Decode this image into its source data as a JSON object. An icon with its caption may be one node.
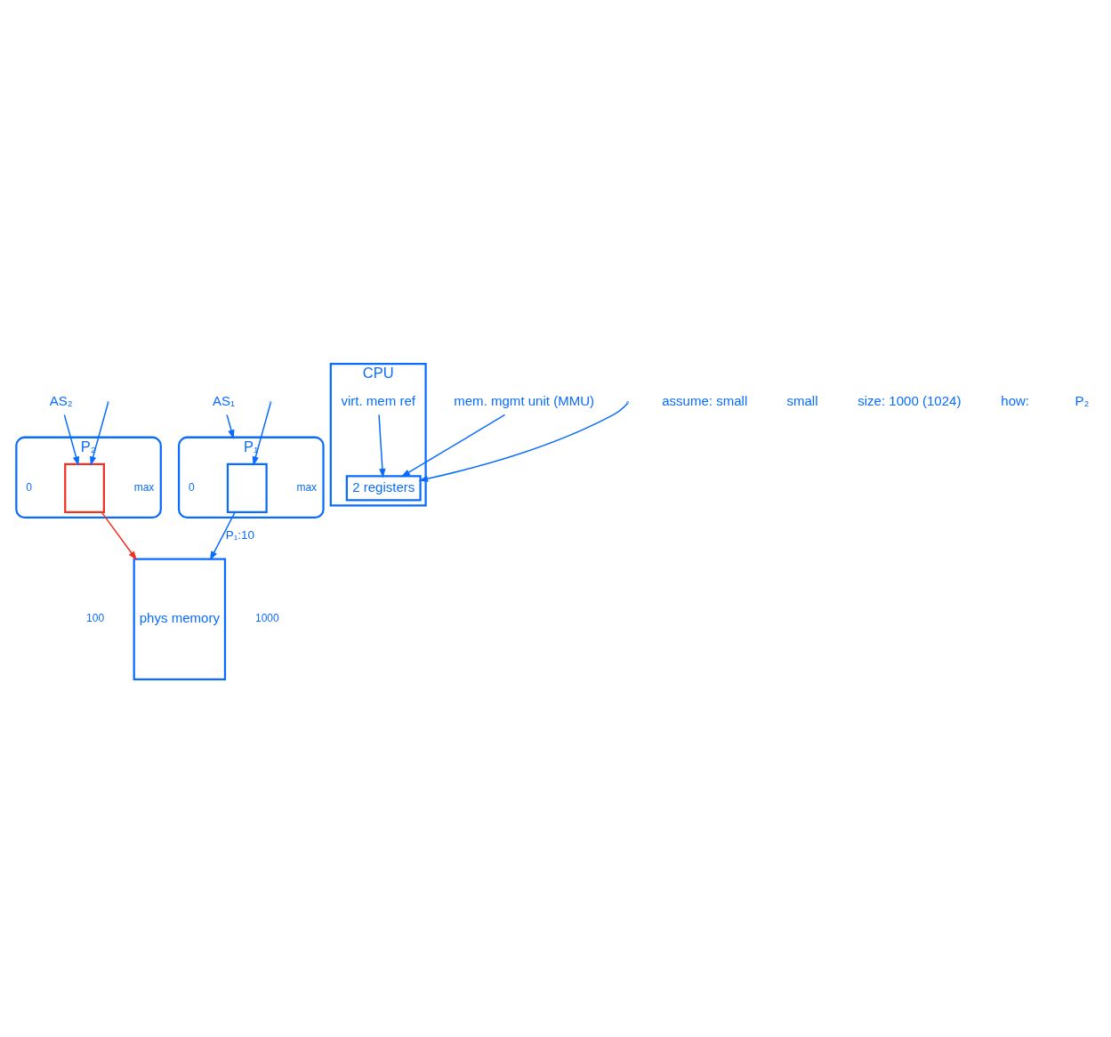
{
  "diagram": {
    "nodes": [
      {
        "text": [
          "P₁"
        ]
      },
      {
        "text": [],
        "shape": "box",
        "in": 0,
        "beside": [
          "0",
          "max"
        ]
      },
      {
        "text": [
          "AS₁"
        ]
      },
      {
        "text": [
          "P₂"
        ]
      },
      {
        "text": [],
        "shape": "box",
        "in": 3,
        "beside": [
          "0",
          "max"
        ]
      },
      {
        "text": [
          "AS₂"
        ]
      },
      {
        "text": [
          "phys memory"
        ],
        "beside": [
          "100",
          "1000"
        ]
      },
      {
        "text": [
          "CPU"
        ]
      },
      {
        "text": [
          "virt. mem ref"
        ],
        "in": 7
      },
      {
        "text": [
          "2 registers"
        ],
        "in": 7
      },
      {
        "text": [
          "mem. mgmt unit (MMU)"
        ]
      }
    ],
    "edges": [
      {
        "from": 2,
        "to": 0,
        "arrow": "to"
      },
      {
        "from": null,
        "to": 1,
        "arrow": "to"
      },
      {
        "from": 5,
        "to": 4,
        "arrow": "to"
      },
      {
        "from": null,
        "to": 4,
        "arrow": "to"
      },
      {
        "from": 1,
        "to": 6,
        "arrow": "to",
        "label": "P₁:10"
      },
      {
        "from": 4,
        "to": 6,
        "arrow": "to",
        "color": "#ee3322"
      },
      {
        "from": 8,
        "to": 9,
        "arrow": "to"
      },
      {
        "from": null,
        "to": 9,
        "arrow": "to"
      },
      {
        "from": 10,
        "to": 9,
        "arrow": "to"
      }
    ],
    "labels": [
      "assume: small",
      "small",
      "size: 1000 (1024)",
      "how:",
      "P₂"
    ]
  }
}
